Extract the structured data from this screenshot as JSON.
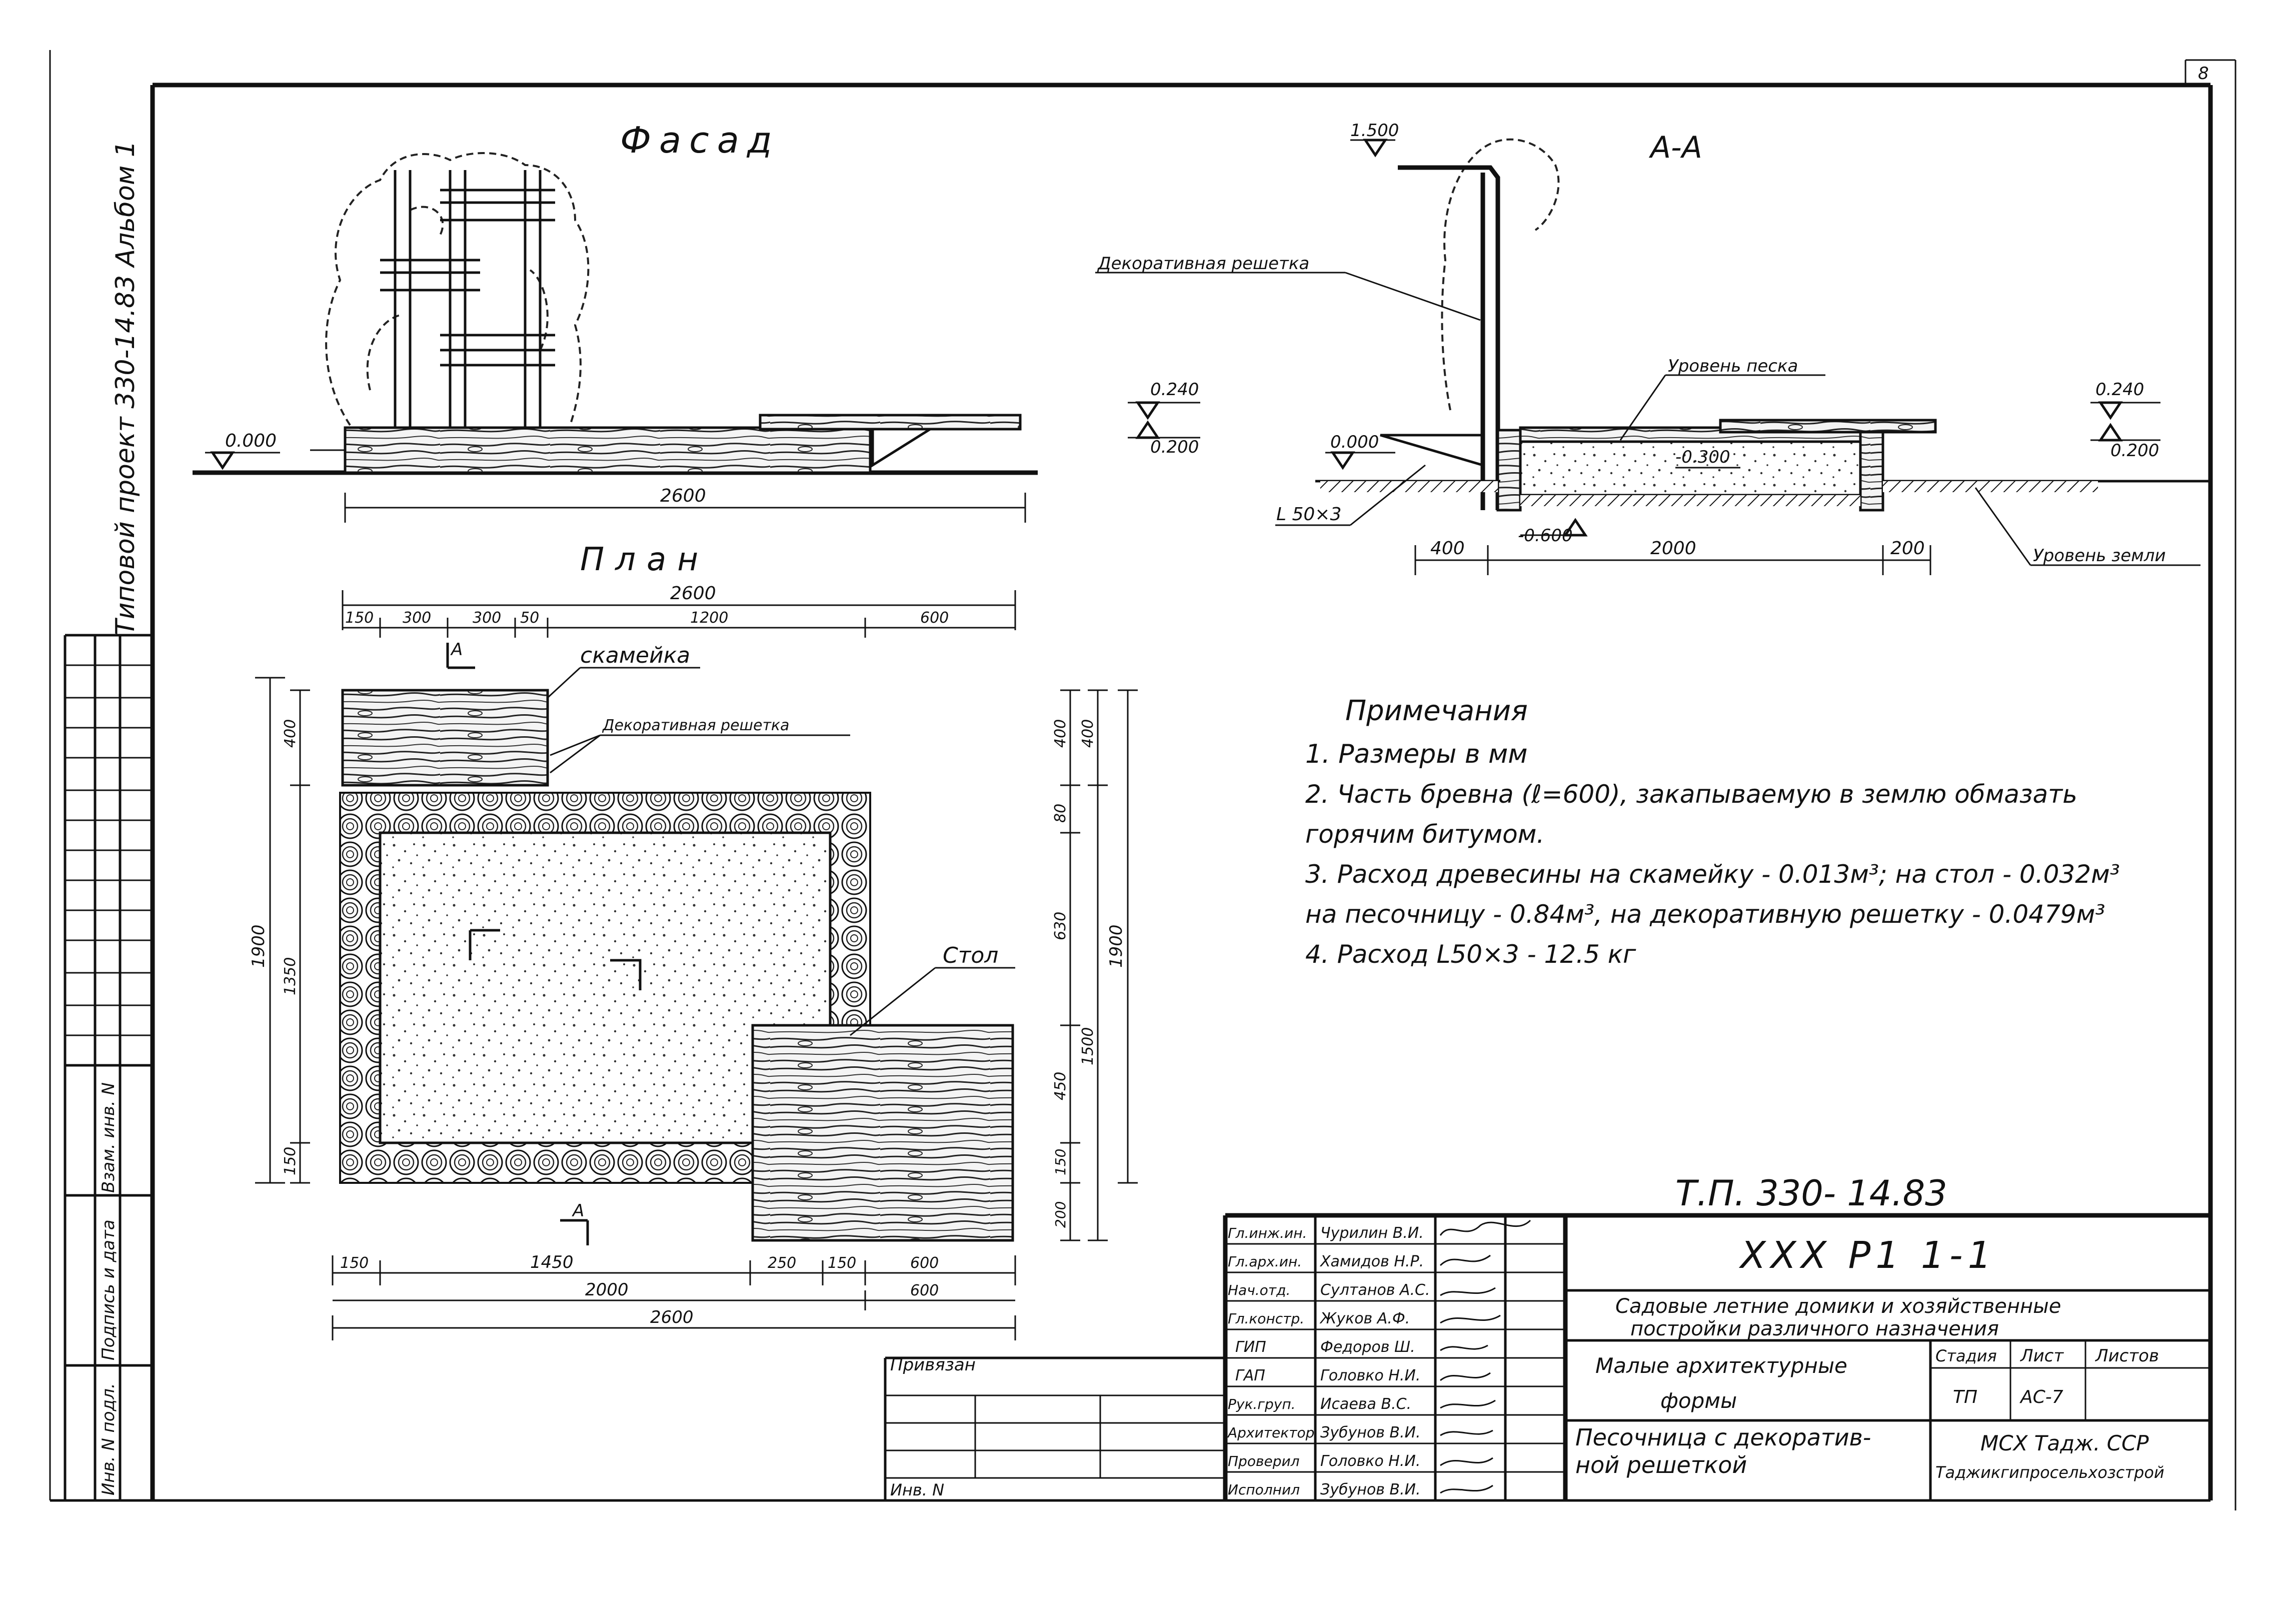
{
  "sidebar": {
    "project_label": "Типовой проект  330-14.83 Альбом 1",
    "inv_label": "Инв. N подл.",
    "sign_label": "Подпись и дата",
    "vzam_label": "Взам. инв. N"
  },
  "page_number": "8",
  "facade": {
    "title": "Фасад",
    "level_zero": "0.000",
    "level_240": "0.240",
    "level_200": "0.200",
    "dim_total": "2600"
  },
  "section": {
    "title": "А-А",
    "level_top": "1.500",
    "grid_label": "Декоративная решетка",
    "sand_level_label": "Уровень песка",
    "level_240": "0.240",
    "level_200": "0.200",
    "level_zero": "0.000",
    "level_300": "-0.300",
    "level_600": "-0.600",
    "angle": "L 50×3",
    "ground_label": "Уровень земли",
    "dims": [
      "400",
      "2000",
      "200"
    ]
  },
  "plan": {
    "title": "План",
    "bench_label": "скамейка",
    "grid_label": "Декоративная решетка",
    "table_label": "Стол",
    "cut_label": "А",
    "top_total": "2600",
    "top_dims": [
      "150",
      "300",
      "300",
      "50",
      "1200",
      "600"
    ],
    "bottom_dims_1": [
      "150",
      "1450",
      "250",
      "150",
      "600"
    ],
    "bottom_dims_2": [
      "2000",
      "600"
    ],
    "bottom_total": "2600",
    "left_outer": "1900",
    "left_inner": "1350",
    "left_top": "400",
    "left_bottom": "150",
    "right_outer": "1900",
    "right_mid": "1500",
    "right_dims": [
      "400",
      "80",
      "630",
      "450",
      "150",
      "200"
    ]
  },
  "notes": {
    "title": "Примечания",
    "lines": [
      "1. Размеры в мм",
      "2. Часть бревна (ℓ=600), закапываемую в землю обмазать",
      "   горячим битумом.",
      "3. Расход древесины на скамейку - 0.013м³; на стол - 0.032м³",
      "   на песочницу - 0.84м³, на декоративную решетку - 0.0479м³",
      "4. Расход L50×3 - 12.5 кг"
    ]
  },
  "titleblock": {
    "drawing_code": "Т.П.  330- 14.83",
    "sheet_code": "XXX  P1  1-1",
    "series_title_1": "Садовые летние домики и хозяйственные",
    "series_title_2": "постройки различного назначения",
    "section_name_1": "Малые архитектурные",
    "section_name_2": "формы",
    "drawing_name_1": "Песочница с декоратив-",
    "drawing_name_2": "ной решеткой",
    "stage_label": "Стадия",
    "sheet_label": "Лист",
    "sheets_label": "Листов",
    "stage_value": "ТП",
    "sheet_value": "АС-7",
    "org_1": "МСХ Тадж. ССР",
    "org_2": "Таджикгипросельхозстрой",
    "bound_label": "Привязан",
    "inv_label": "Инв. N",
    "roles": [
      {
        "role": "Гл.инж.ин.",
        "name": "Чурилин В.И."
      },
      {
        "role": "Гл.арх.ин.",
        "name": "Хамидов Н.Р."
      },
      {
        "role": "Нач.отд.",
        "name": "Султанов А.С."
      },
      {
        "role": "Гл.констр.",
        "name": "Жуков А.Ф."
      },
      {
        "role": "ГИП",
        "name": "Федоров Ш."
      },
      {
        "role": "ГАП",
        "name": "Головко Н.И."
      },
      {
        "role": "Рук.груп.",
        "name": "Исаева В.С."
      },
      {
        "role": "Архитектор",
        "name": "Зубунов В.И."
      },
      {
        "role": "Проверил",
        "name": "Головко Н.И."
      },
      {
        "role": "Исполнил",
        "name": "Зубунов В.И."
      }
    ]
  }
}
